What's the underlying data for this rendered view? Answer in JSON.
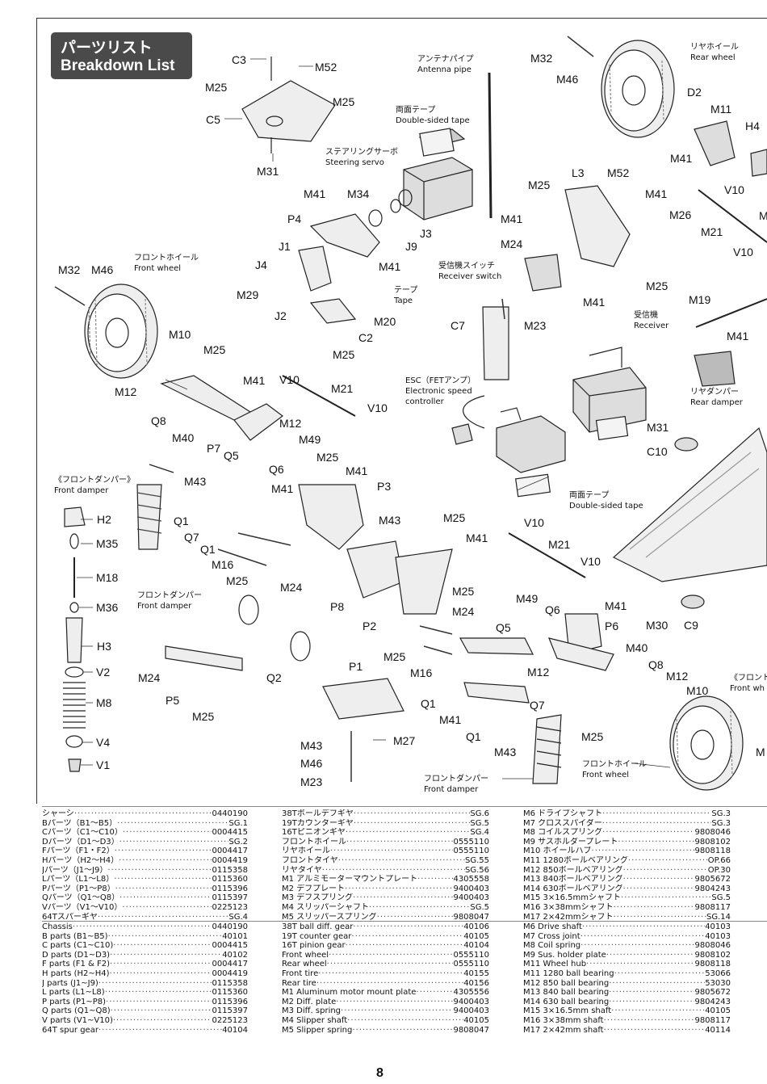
{
  "header": {
    "title_jp": "パーツリスト",
    "title_en": "Breakdown List"
  },
  "labels": {
    "C3": "C3",
    "M52a": "M52",
    "M25a": "M25",
    "M25b": "M25",
    "C5": "C5",
    "M31a": "M31",
    "M41a": "M41",
    "M34": "M34",
    "P4": "P4",
    "J3": "J3",
    "J9": "J9",
    "J1": "J1",
    "M41b": "M41",
    "J4": "J4",
    "M29": "M29",
    "J2": "J2",
    "M20": "M20",
    "C2": "C2",
    "M25c": "M25",
    "M32a": "M32",
    "M46a": "M46",
    "M10a": "M10",
    "M25d": "M25",
    "M12a": "M12",
    "V10a": "V10",
    "M41c": "M41",
    "M21a": "M21",
    "V10b": "V10",
    "Q8a": "Q8",
    "M12b": "M12",
    "M40a": "M40",
    "M49a": "M49",
    "P7": "P7",
    "Q5a": "Q5",
    "Q6a": "Q6",
    "M25e": "M25",
    "M41d": "M41",
    "P3": "P3",
    "M43a": "M43",
    "M41e": "M41",
    "Q1a": "Q1",
    "Q7a": "Q7",
    "Q1b": "Q1",
    "M16a": "M16",
    "M25f": "M25",
    "M24a": "M24",
    "M43b": "M43",
    "P8": "P8",
    "H2": "H2",
    "M35": "M35",
    "M18": "M18",
    "M36": "M36",
    "H3": "H3",
    "V2": "V2",
    "M8": "M8",
    "V4": "V4",
    "V1": "V1",
    "M24b": "M24",
    "P5": "P5",
    "M25g": "M25",
    "Q2": "Q2",
    "P1": "P1",
    "M43c": "M43",
    "M27": "M27",
    "M46b": "M46",
    "M23a": "M23",
    "M25h": "M25",
    "M41f": "M41",
    "M25i": "M25",
    "M24c": "M24",
    "P2": "P2",
    "M25j": "M25",
    "M16b": "M16",
    "Q5b": "Q5",
    "Q1c": "Q1",
    "Q7b": "Q7",
    "M41g": "M41",
    "Q1d": "Q1",
    "M43d": "M43",
    "M32b": "M32",
    "M46c": "M46",
    "D2": "D2",
    "M11": "M11",
    "H4": "H4",
    "M41h": "M41",
    "V10c": "V10",
    "M21b": "M21",
    "V10d": "V10",
    "L3": "L3",
    "M52b": "M52",
    "M25k": "M25",
    "M41i": "M41",
    "M41j": "M41",
    "M26": "M26",
    "M24d": "M24",
    "M25l": "M25",
    "M41k": "M41",
    "C7": "C7",
    "M23b": "M23",
    "M19": "M19",
    "M41l": "M41",
    "M31b": "M31",
    "C10": "C10",
    "V10e": "V10",
    "M21c": "M21",
    "V10f": "V10",
    "M49b": "M49",
    "Q6b": "Q6",
    "M41m": "M41",
    "P6": "P6",
    "M30": "M30",
    "C9": "C9",
    "M40b": "M40",
    "Q8b": "Q8",
    "M12c": "M12",
    "M12d": "M12",
    "M10b": "M10",
    "M25m": "M25",
    "Mcut": "M",
    "M21cut": "M",
    "Mcut2": "M"
  },
  "captions": {
    "antenna_pipe": [
      "アンテナパイプ",
      "Antenna pipe"
    ],
    "double_tape_top": [
      "両面テープ",
      "Double-sided tape"
    ],
    "steering_servo": [
      "ステアリングサーボ",
      "Steering servo"
    ],
    "front_wheel_left": [
      "フロントホイール",
      "Front wheel"
    ],
    "tape": [
      "テープ",
      "Tape"
    ],
    "receiver_switch": [
      "受信機スイッチ",
      "Receiver switch"
    ],
    "receiver": [
      "受信機",
      "Receiver"
    ],
    "esc": [
      "ESC（FETアンプ）",
      "Electronic speed",
      "controller"
    ],
    "double_tape_bottom": [
      "両面テープ",
      "Double-sided tape"
    ],
    "front_damper_group": [
      "《フロントダンパー》",
      "Front damper"
    ],
    "front_damper_mid": [
      "フロントダンパー",
      "Front damper"
    ],
    "front_damper_bottom": [
      "フロントダンパー",
      "Front damper"
    ],
    "front_wheel_right": [
      "フロントホイール",
      "Front wheel"
    ],
    "rear_wheel": [
      "リヤホイール",
      "Rear wheel"
    ],
    "rear_damper": [
      "リヤダンパー",
      "Rear damper"
    ],
    "front_cut": [
      "《フロント",
      "Front wh"
    ]
  },
  "parts_jp": {
    "col1": [
      [
        "シャーシ",
        "0440190"
      ],
      [
        "Bパーツ（B1〜B5）",
        "SG.1"
      ],
      [
        "Cパーツ（C1〜C10）",
        "0004415"
      ],
      [
        "Dパーツ（D1〜D3）",
        "SG.2"
      ],
      [
        "Fパーツ（F1・F2）",
        "0004417"
      ],
      [
        "Hパーツ（H2〜H4）",
        "0004419"
      ],
      [
        "Jパーツ（J1〜J9）",
        "0115358"
      ],
      [
        "Lパーツ（L1〜L8）",
        "0115360"
      ],
      [
        "Pパーツ（P1〜P8）",
        "0115396"
      ],
      [
        "Qパーツ（Q1〜Q8）",
        "0115397"
      ],
      [
        "Vパーツ（V1〜V10）",
        "0225123"
      ],
      [
        "64Tスパーギヤ",
        "SG.4"
      ]
    ],
    "col2": [
      [
        "38Tボールデフギヤ",
        "SG.6"
      ],
      [
        "19Tカウンターギヤ",
        "SG.5"
      ],
      [
        "16Tピニオンギヤ",
        "SG.4"
      ],
      [
        "フロントホイール",
        "0555110"
      ],
      [
        "リヤホイール",
        "0555110"
      ],
      [
        "フロントタイヤ",
        "SG.55"
      ],
      [
        "リヤタイヤ",
        "SG.56"
      ],
      [
        "M1 アルミモーターマウントプレート",
        "4305558"
      ],
      [
        "M2 デフプレート",
        "9400403"
      ],
      [
        "M3 デフスプリング",
        "9400403"
      ],
      [
        "M4 スリッパーシャフト",
        "SG.5"
      ],
      [
        "M5 スリッパースプリング",
        "9808047"
      ]
    ],
    "col3": [
      [
        "M6 ドライブシャフト",
        "SG.3"
      ],
      [
        "M7 クロススパイダー",
        "SG.3"
      ],
      [
        "M8 コイルスプリング",
        "9808046"
      ],
      [
        "M9 サスホルダープレート",
        "9808102"
      ],
      [
        "M10 ホイールハブ",
        "9808118"
      ],
      [
        "M11 1280ボールベアリング",
        "OP.66"
      ],
      [
        "M12 850ボールベアリング",
        "OP.30"
      ],
      [
        "M13 840ボールベアリング",
        "9805672"
      ],
      [
        "M14 630ボールベアリング",
        "9804243"
      ],
      [
        "M15 3×16.5mmシャフト",
        "SG.5"
      ],
      [
        "M16 3×38mmシャフト",
        "9808117"
      ],
      [
        "M17 2×42mmシャフト",
        "SG.14"
      ]
    ]
  },
  "parts_en": {
    "col1": [
      [
        "Chassis",
        "0440190"
      ],
      [
        "B parts (B1~B5)",
        "40101"
      ],
      [
        "C parts (C1~C10)",
        "0004415"
      ],
      [
        "D parts (D1~D3)",
        "40102"
      ],
      [
        "F parts (F1 & F2)",
        "0004417"
      ],
      [
        "H parts (H2~H4)",
        "0004419"
      ],
      [
        "J parts (J1~J9)",
        "0115358"
      ],
      [
        "L parts (L1~L8)",
        "0115360"
      ],
      [
        "P parts (P1~P8)",
        "0115396"
      ],
      [
        "Q parts (Q1~Q8)",
        "0115397"
      ],
      [
        "V parts (V1~V10)",
        "0225123"
      ],
      [
        "64T spur gear",
        "40104"
      ]
    ],
    "col2": [
      [
        "38T ball diff. gear",
        "40106"
      ],
      [
        "19T counter gear",
        "40105"
      ],
      [
        "16T pinion gear",
        "40104"
      ],
      [
        "Front wheel",
        "0555110"
      ],
      [
        "Rear wheel",
        "0555110"
      ],
      [
        "Front tire",
        "40155"
      ],
      [
        "Rear tire",
        "40156"
      ],
      [
        "M1 Aluminum motor mount plate",
        "4305556"
      ],
      [
        "M2 Diff. plate",
        "9400403"
      ],
      [
        "M3 Diff. spring",
        "9400403"
      ],
      [
        "M4 Slipper shaft",
        "40105"
      ],
      [
        "M5 Slipper spring",
        "9808047"
      ]
    ],
    "col3": [
      [
        "M6 Drive shaft",
        "40103"
      ],
      [
        "M7 Cross joint",
        "40103"
      ],
      [
        "M8 Coil spring",
        "9808046"
      ],
      [
        "M9 Sus. holder plate",
        "9808102"
      ],
      [
        "M11 Wheel hub",
        "9808118"
      ],
      [
        "M11 1280 ball bearing",
        "53066"
      ],
      [
        "M12 850 ball bearing",
        "53030"
      ],
      [
        "M13 840 ball bearing",
        "9805672"
      ],
      [
        "M14 630 ball bearing",
        "9804243"
      ],
      [
        "M15 3×16.5mm shaft",
        "40105"
      ],
      [
        "M16 3×38mm shaft",
        "9808117"
      ],
      [
        "M17 2×42mm shaft",
        "40114"
      ]
    ]
  },
  "page_number": "8"
}
